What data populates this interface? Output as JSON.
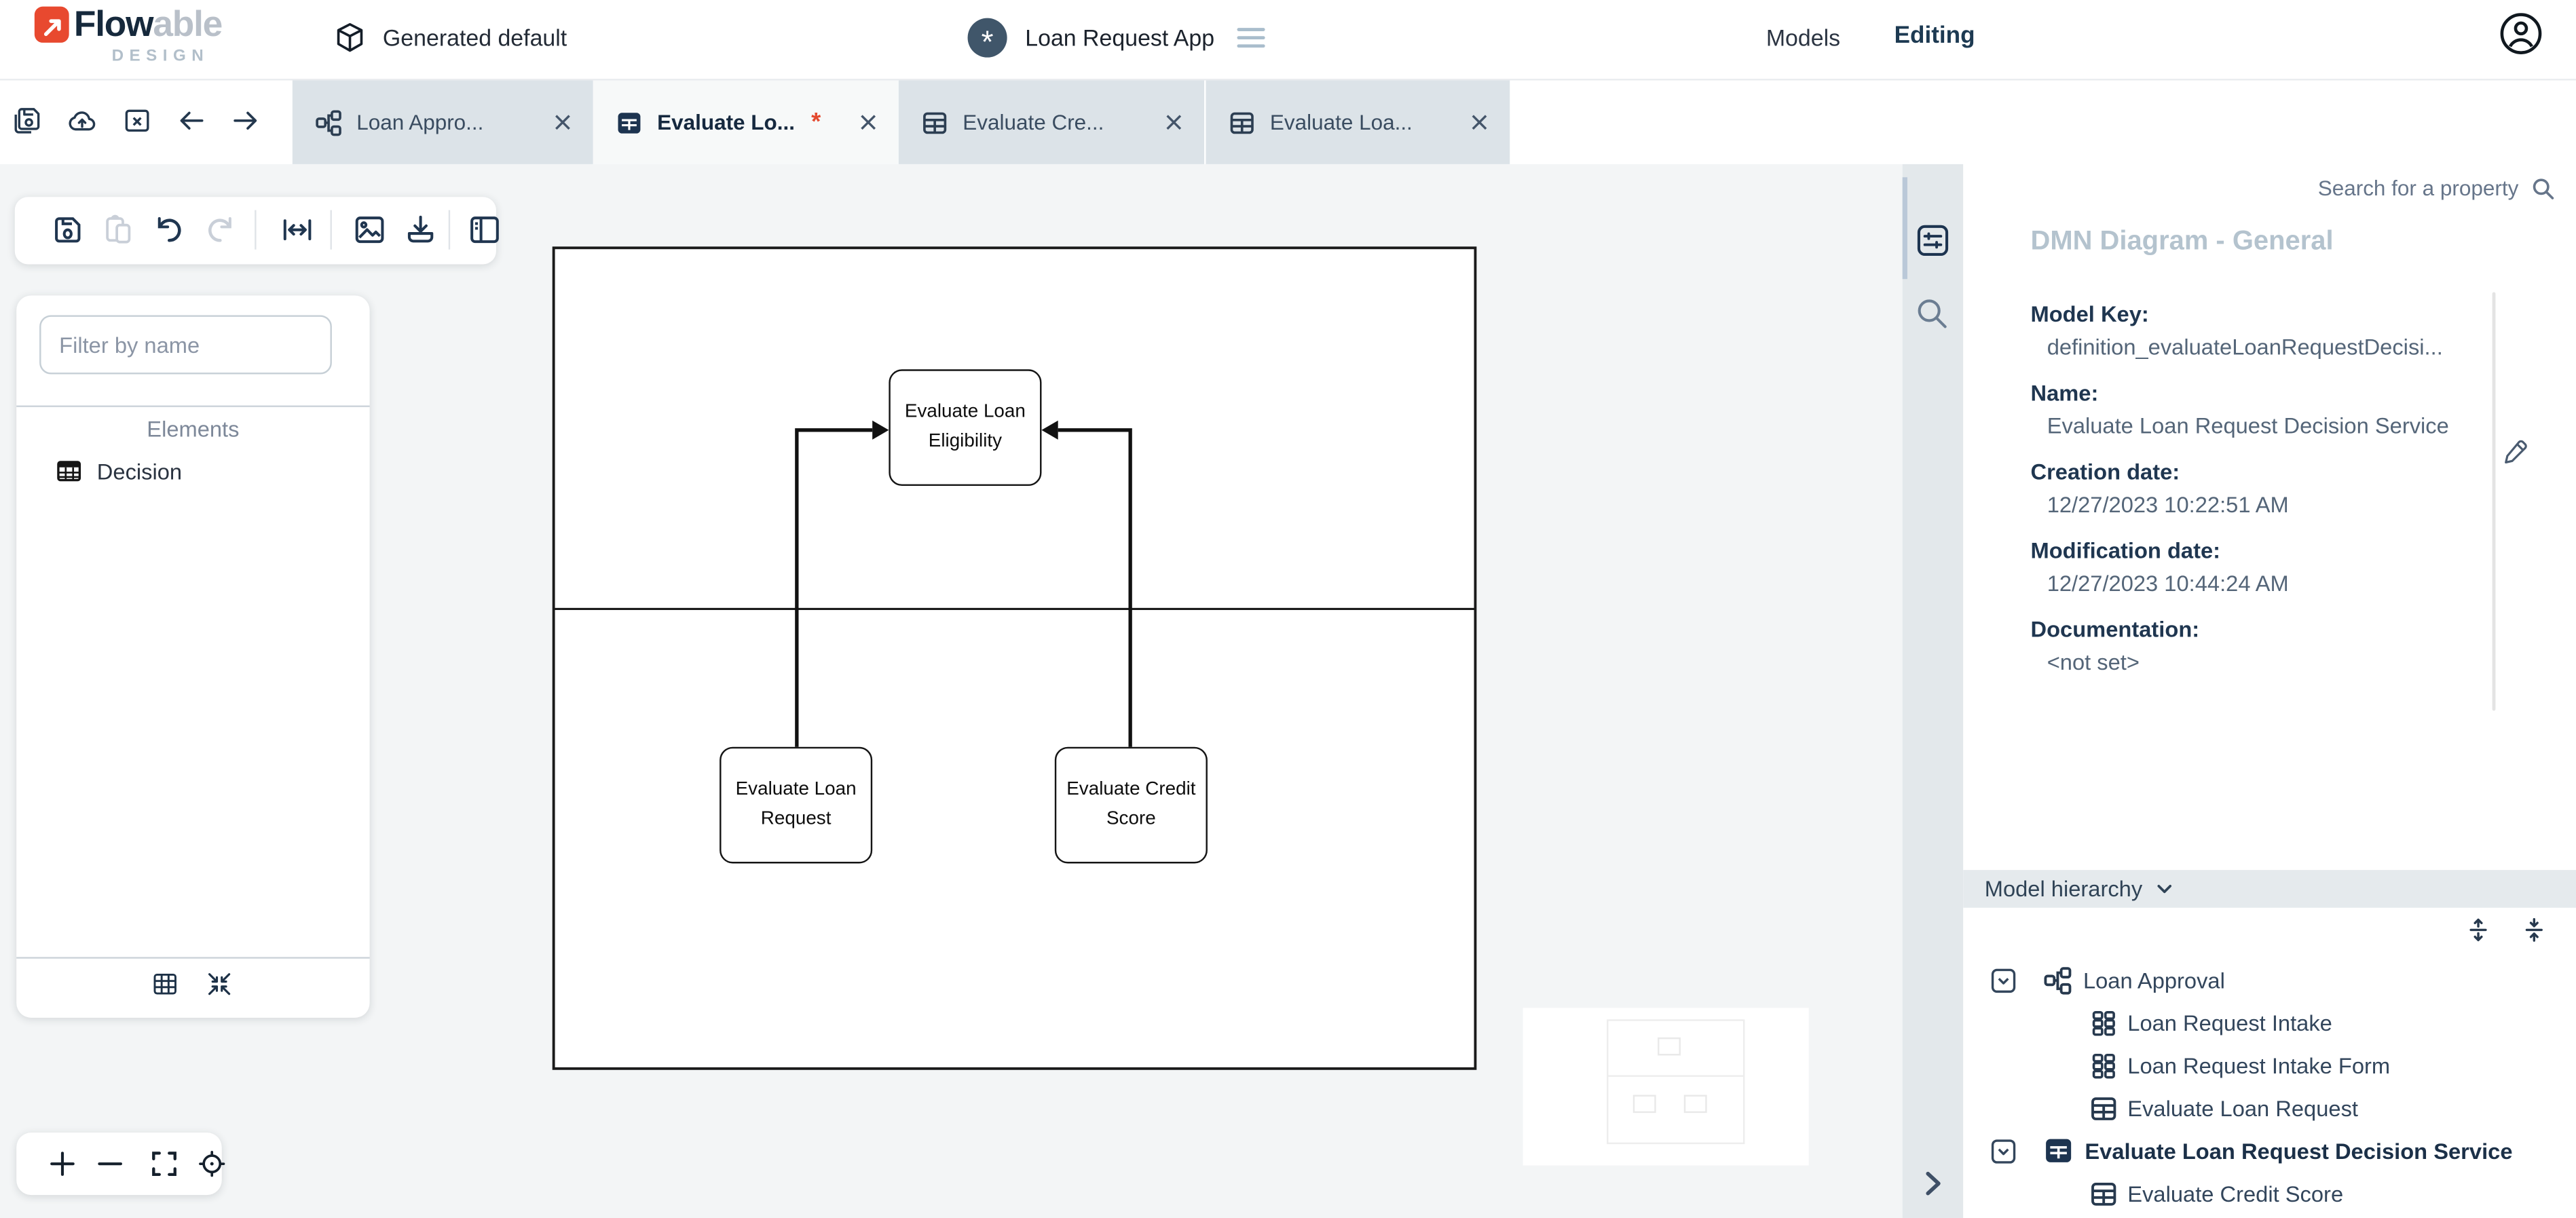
{
  "header": {
    "brand": {
      "bold_part": "Flow",
      "light_part": "able",
      "subtitle": "DESIGN"
    },
    "workspace_label": "Generated default",
    "app_name": "Loan Request App",
    "nav_models": "Models",
    "nav_editing": "Editing"
  },
  "tabbar": {
    "tabs": [
      {
        "label": "Loan Appro...",
        "icon": "process-icon",
        "active": false
      },
      {
        "label": "Evaluate Lo...",
        "icon": "decision-table-filled-icon",
        "active": true,
        "dirty_marker": "*"
      },
      {
        "label": "Evaluate Cre...",
        "icon": "decision-table-icon",
        "active": false
      },
      {
        "label": "Evaluate Loa...",
        "icon": "decision-table-icon",
        "active": false
      }
    ]
  },
  "palette": {
    "filter_placeholder": "Filter by name",
    "section_title": "Elements",
    "items": [
      {
        "label": "Decision",
        "icon": "decision-table-icon"
      }
    ]
  },
  "canvas": {
    "nodes": [
      {
        "label": "Evaluate Loan Eligibility"
      },
      {
        "label": "Evaluate Loan Request"
      },
      {
        "label": "Evaluate Credit Score"
      }
    ]
  },
  "properties": {
    "search_label": "Search for a property",
    "title": "DMN Diagram - General",
    "fields": [
      {
        "label": "Model Key:",
        "value": "definition_evaluateLoanRequestDecisi..."
      },
      {
        "label": "Name:",
        "value": "Evaluate Loan Request Decision Service"
      },
      {
        "label": "Creation date:",
        "value": "12/27/2023 10:22:51 AM"
      },
      {
        "label": "Modification date:",
        "value": "12/27/2023 10:44:24 AM"
      },
      {
        "label": "Documentation:",
        "value": "<not set>"
      }
    ]
  },
  "hierarchy": {
    "title": "Model hierarchy",
    "items": [
      {
        "label": "Loan Approval",
        "icon": "process-icon",
        "level": 0,
        "expanded": true,
        "bold": false
      },
      {
        "label": "Loan Request Intake",
        "icon": "form-icon",
        "level": 1,
        "bold": false
      },
      {
        "label": "Loan Request Intake Form",
        "icon": "form-icon",
        "level": 1,
        "bold": false
      },
      {
        "label": "Evaluate Loan Request",
        "icon": "decision-table-icon",
        "level": 1,
        "bold": false
      },
      {
        "label": "Evaluate Loan Request Decision Service",
        "icon": "decision-table-filled-icon",
        "level": 0,
        "expanded": true,
        "bold": true
      },
      {
        "label": "Evaluate Credit Score",
        "icon": "decision-table-icon",
        "level": 1,
        "bold": false
      }
    ]
  },
  "icons": {
    "header": [
      "flowable-logo",
      "cube-icon",
      "asterisk-badge-icon",
      "hamburger-icon",
      "avatar-icon"
    ],
    "tabbar": [
      "save-all-icon",
      "cloud-upload-icon",
      "close-box-icon",
      "arrow-left-icon",
      "arrow-right-icon",
      "plus-icon",
      "search-icon",
      "close-icon"
    ],
    "toolbar": [
      "save-icon",
      "copy-icon",
      "undo-icon",
      "redo-icon",
      "fit-width-icon",
      "image-export-icon",
      "download-icon",
      "panel-layout-icon"
    ],
    "zoom_controls": [
      "zoom-in-icon",
      "zoom-out-icon",
      "fit-view-icon",
      "center-target-icon"
    ],
    "side_strip": [
      "properties-sliders-icon",
      "search-icon",
      "chevron-right-icon"
    ],
    "properties": [
      "search-icon",
      "edit-pencil-icon",
      "chevron-down-icon",
      "unfold-all-icon",
      "fold-all-icon",
      "checkbox-chevron-icon"
    ]
  },
  "colors": {
    "accent_red": "#e8492f",
    "dirty_marker_red": "#e4492e",
    "navy": "#1d3450",
    "slate_circle": "#40566a",
    "tab_inactive_bg": "#dce3e8",
    "tab_active_bg": "#f7f9f9",
    "canvas_bg": "#f3f5f6",
    "strip_bg": "#e3e8eb",
    "hierarchy_bar_bg": "#e5eaed"
  }
}
